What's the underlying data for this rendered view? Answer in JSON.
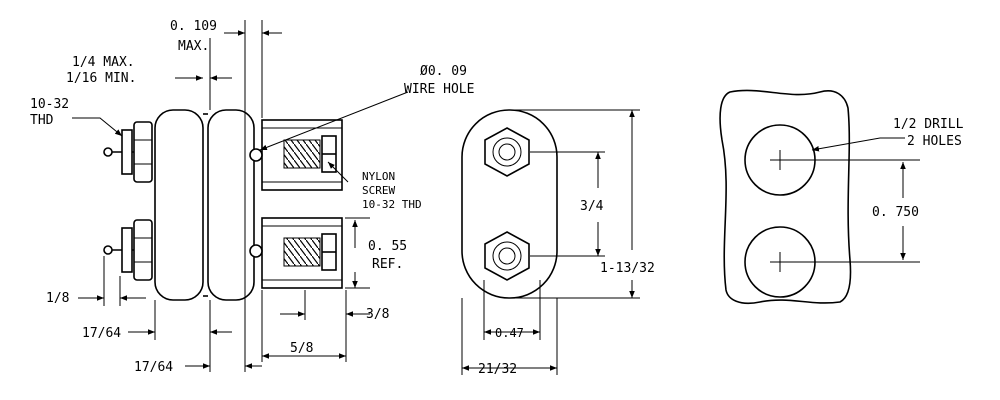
{
  "colors": {
    "ink": "#000000",
    "paper": "#ffffff"
  },
  "side_view": {
    "gap_max": "0. 109",
    "gap_max_unit": "MAX.",
    "max_label": "1/4 MAX.",
    "min_label": "1/16 MIN.",
    "thread": "10-32",
    "thread_unit": "THD",
    "wire_hole_dia": "Ø0. 09",
    "wire_hole_label": "WIRE HOLE",
    "nylon": "NYLON",
    "screw": "SCREW",
    "screw_thread": "10-32 THD",
    "ref_value": "0. 55",
    "ref_label": "REF.",
    "dim_1_8": "1/8",
    "dim_17_64_a": "17/64",
    "dim_17_64_b": "17/64",
    "dim_3_8": "3/8",
    "dim_5_8": "5/8"
  },
  "end_view": {
    "dim_3_4": "3/4",
    "dim_1_13_32": "1-13/32",
    "dim_0_47": "0.47",
    "dim_21_32": "21/32"
  },
  "panel_view": {
    "drill": "1/2 DRILL",
    "holes": "2 HOLES",
    "spacing": "0. 750"
  }
}
